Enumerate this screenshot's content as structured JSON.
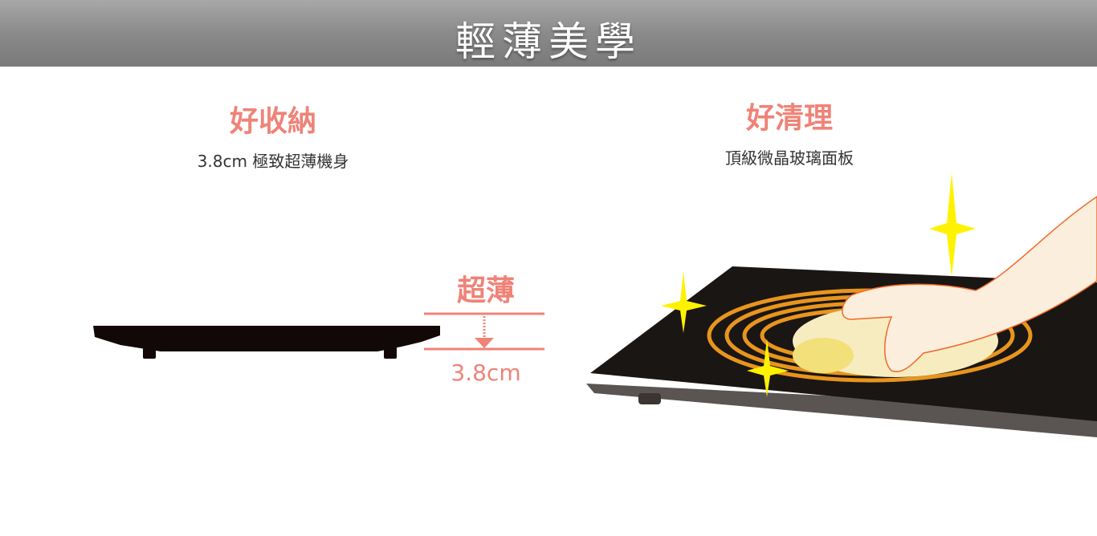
{
  "banner": {
    "title": "輕薄美學"
  },
  "left": {
    "heading": "好收納",
    "subtitle": "3.8cm 極致超薄機身",
    "callout": "超薄",
    "measurement": "3.8cm"
  },
  "right": {
    "heading": "好清理",
    "subtitle": "頂級微晶玻璃面板"
  },
  "colors": {
    "accent": "#ef8378",
    "banner": "#8a8a8a",
    "sparkle": "#fff200",
    "coil": "#e8951e"
  }
}
